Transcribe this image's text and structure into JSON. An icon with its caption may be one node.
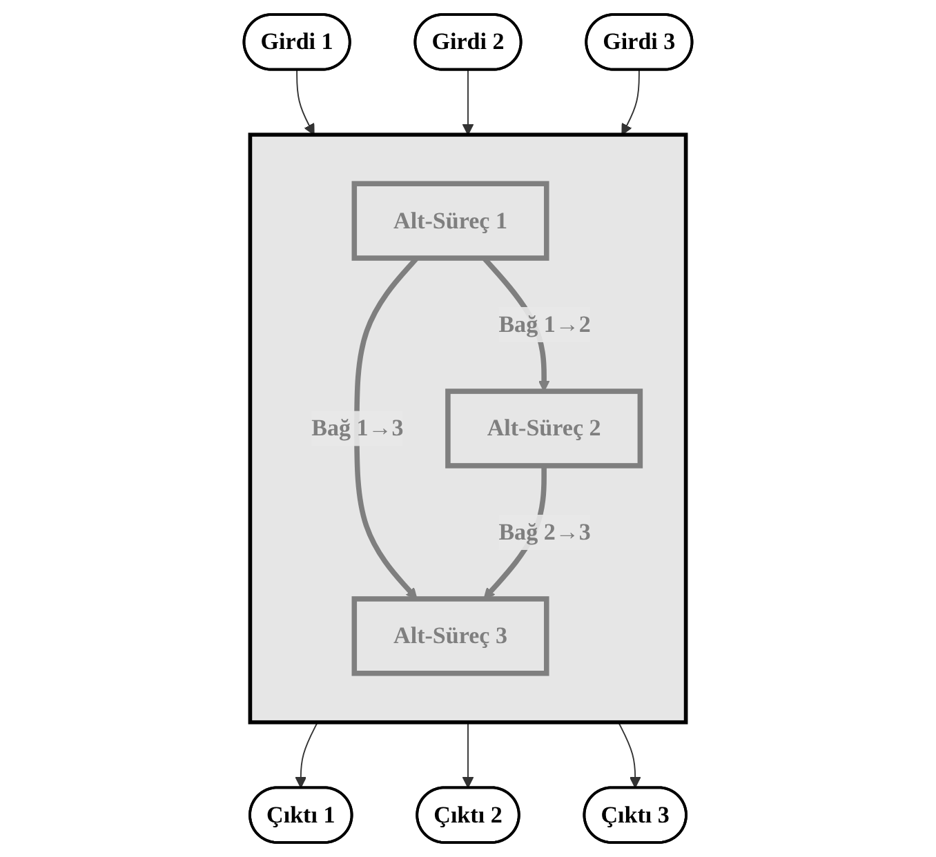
{
  "diagram": {
    "nodes": [
      {
        "text": [
          "Girdi 1"
        ]
      },
      {
        "text": [
          "Girdi 2"
        ]
      },
      {
        "text": [
          "Girdi 3"
        ]
      },
      {
        "text": [],
        "shape": "box"
      },
      {
        "text": [
          "Alt-Süreç 1"
        ],
        "in": 3
      },
      {
        "text": [
          "Alt-Süreç 2"
        ],
        "in": 3
      },
      {
        "text": [
          "Alt-Süreç 3"
        ],
        "in": 3
      },
      {
        "text": [
          "Çıktı 1"
        ]
      },
      {
        "text": [
          "Çıktı 2"
        ]
      },
      {
        "text": [
          "Çıktı 3"
        ]
      }
    ],
    "edges": [
      {
        "from": 0,
        "to": 3,
        "arrow": "to"
      },
      {
        "from": 1,
        "to": 3,
        "arrow": "to"
      },
      {
        "from": 2,
        "to": 3,
        "arrow": "to"
      },
      {
        "from": 4,
        "to": 5,
        "arrow": "to",
        "label": "Bağ 1→2",
        "style": "thick",
        "color": "#7f7f7f"
      },
      {
        "from": 4,
        "to": 6,
        "arrow": "to",
        "label": "Bağ 1→3",
        "style": "thick",
        "color": "#7f7f7f"
      },
      {
        "from": 5,
        "to": 6,
        "arrow": "to",
        "label": "Bağ 2→3",
        "style": "thick",
        "color": "#7f7f7f"
      },
      {
        "from": 3,
        "to": 7,
        "arrow": "to"
      },
      {
        "from": 3,
        "to": 8,
        "arrow": "to"
      },
      {
        "from": 3,
        "to": 9,
        "arrow": "to"
      }
    ]
  }
}
